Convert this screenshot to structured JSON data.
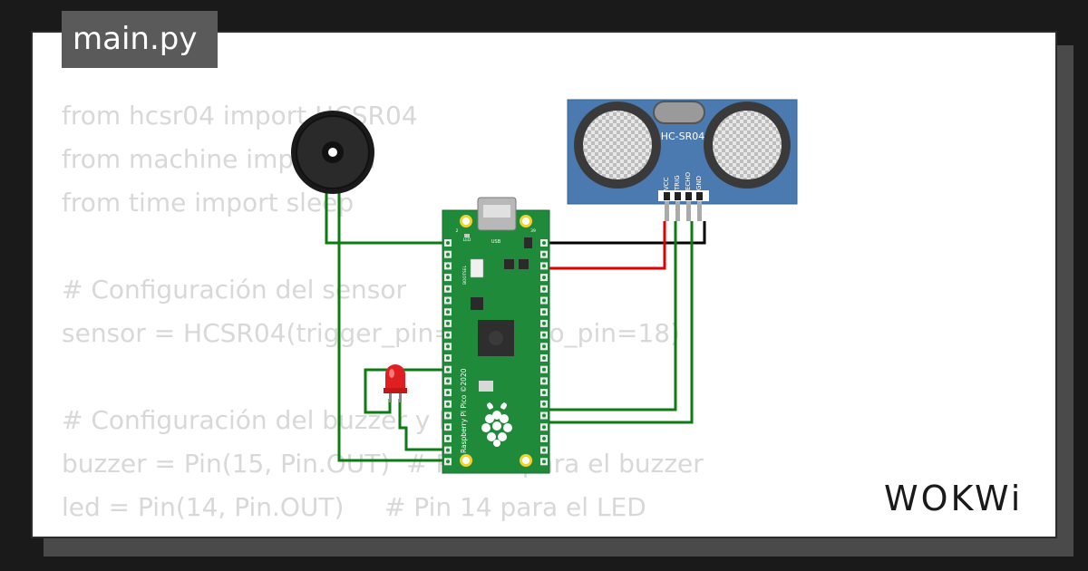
{
  "file_tab": {
    "label": "main.py"
  },
  "code_lines": [
    "from hcsr04 import HCSR04",
    "from machine import Pin",
    "from time import sleep",
    "",
    "# Configuración del sensor",
    "sensor = HCSR04(trigger_pin=19, echo_pin=18)",
    "",
    "# Configuración del buzzer y LED",
    "buzzer = Pin(15, Pin.OUT)  # Pin 15 para el buzzer",
    "led = Pin(14, Pin.OUT)     # Pin 14 para el LED"
  ],
  "sensor": {
    "model_label": "HC-SR04",
    "pins": [
      "VCC",
      "TRIG",
      "ECHO",
      "GND"
    ]
  },
  "pico": {
    "usb_label": "USB",
    "led_label": "LED",
    "bootsel_label": "BOOTSEL",
    "board_text": "Raspberry Pi Pico ©2020",
    "pin_num_left": "2",
    "pin_num_right": "39"
  },
  "brand": {
    "logo_text": "WOKWi"
  },
  "colors": {
    "background": "#1a1a1a",
    "card": "#ffffff",
    "code_text": "#d8d8d8",
    "pcb_green": "#1f8a3a",
    "sensor_blue": "#4a7ab0",
    "wire_green": "#0d7a12",
    "wire_red": "#e00000",
    "wire_black": "#000000",
    "led_red": "#e02020"
  }
}
